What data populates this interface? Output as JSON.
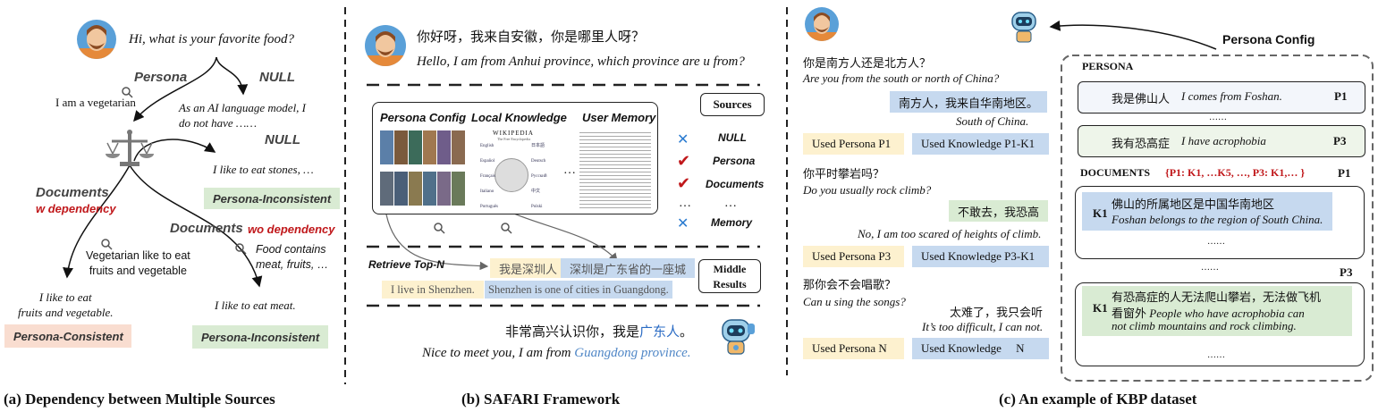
{
  "panel_a": {
    "caption": "(a) Dependency between Multiple Sources",
    "question": "Hi, what is your favorite food?",
    "persona": "Persona",
    "null1": "NULL",
    "vegetarian": "I am a vegetarian",
    "ai_line1": "As an AI language model, I",
    "ai_line2": "do not have ……",
    "null2": "NULL",
    "stones": "I like to eat stones, …",
    "inconsistent1": "Persona-Inconsistent",
    "documents1": "Documents",
    "w_dep": "w dependency",
    "documents2": "Documents",
    "wo_dep": "wo dependency",
    "veg_doc1": "Vegetarian like to eat",
    "veg_doc2": "fruits and vegetable",
    "food_doc1": "Food contains",
    "food_doc2": "meat, fruits, …",
    "fruit1": "I like to eat",
    "fruit2": "fruits and vegetable.",
    "meat": "I like to eat meat.",
    "consistent": "Persona-Consistent",
    "inconsistent2": "Persona-Inconsistent"
  },
  "panel_b": {
    "caption": "(b) SAFARI Framework",
    "q_zh": "你好呀，我来自安徽，你是哪里人呀？",
    "q_en": "Hello, I am from Anhui province, which province are u from?",
    "sources_hdr": [
      "Persona Config",
      "Local Knowledge",
      "User Memory"
    ],
    "wiki_title": "WIKIPEDIA",
    "wiki_sub": "The Free Encyclopedia",
    "wiki_langs": [
      "English",
      "日本語",
      "Español",
      "Deutsch",
      "Français",
      "Русский",
      "Italiano",
      "中文",
      "Português",
      "Polski"
    ],
    "sources_label": "Sources",
    "options": [
      {
        "mark": "✕",
        "label": "NULL"
      },
      {
        "mark": "✔",
        "label": "Persona"
      },
      {
        "mark": "✔",
        "label": "Documents"
      },
      {
        "mark": "…",
        "label": "…"
      },
      {
        "mark": "✕",
        "label": "Memory"
      }
    ],
    "ellipsis": "…",
    "retrieve": "Retrieve Top-N",
    "r1_zh": "我是深圳人",
    "r2_zh": "深圳是广东省的一座城",
    "r1_en": "I live in Shenzhen.",
    "r2_en": "Shenzhen is one of cities in Guangdong.",
    "middle1": "Middle",
    "middle2": "Results",
    "resp_zh_a": "非常高兴认识你，我是",
    "resp_zh_b": "广东人",
    "resp_zh_c": "。",
    "resp_en_a": "Nice to meet you, I am from ",
    "resp_en_b": "Guangdong province."
  },
  "panel_c": {
    "caption": "(c) An example of KBP dataset",
    "persona_config": "Persona Config",
    "q1_zh": "你是南方人还是北方人？",
    "q1_en": "Are you from the south or north of China?",
    "a1_zh": "南方人，我来自华南地区。",
    "a1_en": "South of China.",
    "up1": "Used Persona  P1",
    "uk1": "Used Knowledge  P1-K1",
    "q2_zh": "你平时攀岩吗？",
    "q2_en": "Do you usually rock climb?",
    "a2_zh": "不敢去，我恐高",
    "a2_en": "No, I am too scared of heights of climb.",
    "up2": "Used Persona  P3",
    "uk2": "Used Knowledge  P3-K1",
    "q3_zh": "那你会不会唱歌？",
    "q3_en": "Can u sing the songs?",
    "a3_zh": "太难了，我只会听",
    "a3_en": "It’s too difficult, I can not.",
    "up3": "Used Persona  N",
    "uk3": "Used Knowledge     N",
    "persona_hdr": "PERSONA",
    "p1_zh": "我是佛山人",
    "p1_en": "I comes from Foshan.",
    "p1_tag": "P1",
    "dots": "……",
    "p3_zh": "我有恐高症",
    "p3_en": "I have acrophobia",
    "p3_tag": "P3",
    "docs_hdr": "DOCUMENTS",
    "docs_range": "{P1: K1, …K5, …, P3: K1,… }",
    "docs_p1": "P1",
    "k1a_tag": "K1",
    "k1a_zh": "佛山的所属地区是中国华南地区",
    "k1a_en": "Foshan belongs to the region of South China.",
    "docs_p3": "P3",
    "k1b_tag": "K1",
    "k1b_l1": "有恐高症的人无法爬山攀岩，无法做飞机",
    "k1b_l2_zh": "看窗外",
    "k1b_l2_en": "People who have acrophobia can",
    "k1b_l3": "not  climb mountains and rock climbing."
  }
}
